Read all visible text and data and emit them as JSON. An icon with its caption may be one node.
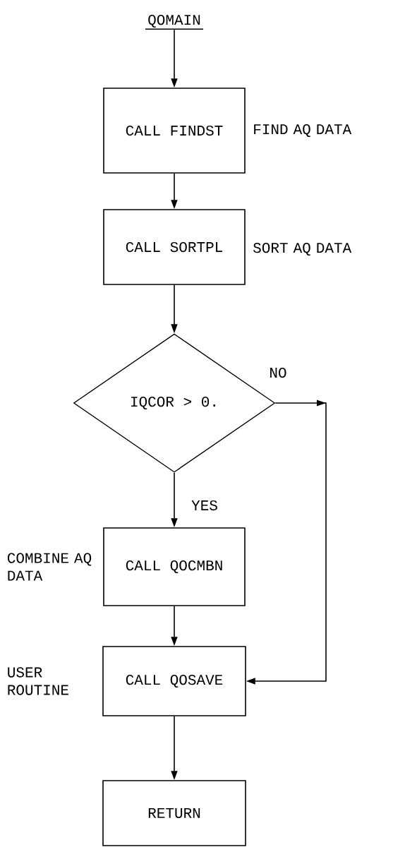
{
  "diagram": {
    "nodes": [
      {
        "text": [
          "QOMAIN"
        ]
      },
      {
        "text": [
          "CALL FINDST"
        ],
        "beside": [
          "FIND AQ DATA"
        ]
      },
      {
        "text": [
          "CALL SORTPL"
        ],
        "beside": [
          "SORT AQ DATA"
        ]
      },
      {
        "text": [
          "IQCOR > 0."
        ]
      },
      {
        "text": [
          "CALL QOCMBN"
        ],
        "beside": [
          "COMBINE AQ DATA"
        ]
      },
      {
        "text": [
          "CALL QOSAVE"
        ],
        "beside": [
          "USER ROUTINE"
        ]
      },
      {
        "text": [
          "RETURN"
        ]
      }
    ],
    "edges": [
      {
        "from": 0,
        "to": 1,
        "arrow": "to"
      },
      {
        "from": 1,
        "to": 2,
        "arrow": "to"
      },
      {
        "from": 2,
        "to": 3,
        "arrow": "to"
      },
      {
        "from": 3,
        "to": 4,
        "arrow": "to",
        "label": "YES"
      },
      {
        "from": 3,
        "to": 5,
        "arrow": "to",
        "label": "NO"
      },
      {
        "from": 4,
        "to": 5,
        "arrow": "to"
      },
      {
        "from": 5,
        "to": 6,
        "arrow": "to"
      }
    ]
  }
}
